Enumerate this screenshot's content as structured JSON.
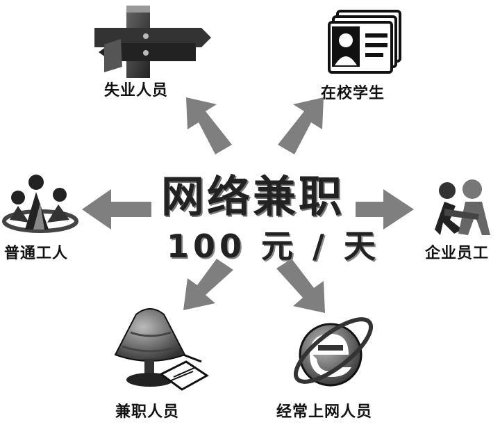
{
  "center": {
    "title": "网络兼职",
    "subtitle": "100 元 / 天"
  },
  "nodes": [
    {
      "label": "失业人员",
      "icon": "arrows-signpost-icon"
    },
    {
      "label": "在校学生",
      "icon": "id-card-icon"
    },
    {
      "label": "普通工人",
      "icon": "worker-group-icon"
    },
    {
      "label": "企业员工",
      "icon": "employees-icon"
    },
    {
      "label": "兼职人员",
      "icon": "desk-lamp-icon"
    },
    {
      "label": "经常上网人员",
      "icon": "internet-explorer-icon"
    }
  ],
  "colors": {
    "arrow": "#7f7f7f",
    "text": "#111111"
  }
}
